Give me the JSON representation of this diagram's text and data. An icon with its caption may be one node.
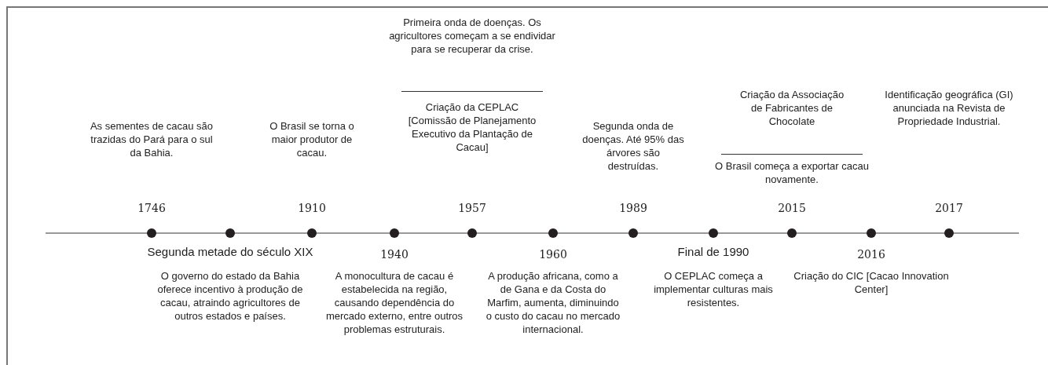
{
  "diagram": {
    "labels": [
      "1746",
      "As sementes de cacau são trazidas do Pará para o sul da Bahia.",
      "Segunda metade do século XIX",
      "O governo do estado da Bahia oferece incentivo à produção de cacau, atraindo agricultores de outros estados e países.",
      "1910",
      "O Brasil se torna o maior produtor de cacau.",
      "1940",
      "A monocultura de cacau é estabelecida na região, causando dependência do mercado externo, entre outros problemas estruturais.",
      "1957",
      "Primeira onda de doenças. Os agricultores começam a se endividar para se recuperar da crise.",
      "Criação da CEPLAC [Comissão de Planejamento Executivo da Plantação de Cacau]",
      "1960",
      "A produção africana, como a de Gana e da Costa do Marfim, aumenta, diminuindo o custo do cacau no mercado internacional.",
      "1989",
      "Segunda onda de doenças. Até 95% das árvores são destruídas.",
      "Final de 1990",
      "O CEPLAC começa a implementar culturas mais resistentes.",
      "2015",
      "Criação da Associação de Fabricantes de Chocolate",
      "O Brasil começa a exportar cacau novamente.",
      "2016",
      "Criação do CIC [Cacao Innovation Center]",
      "2017",
      "Identificação geográfica (GI) anunciada na Revista de Propriedade Industrial."
    ]
  }
}
